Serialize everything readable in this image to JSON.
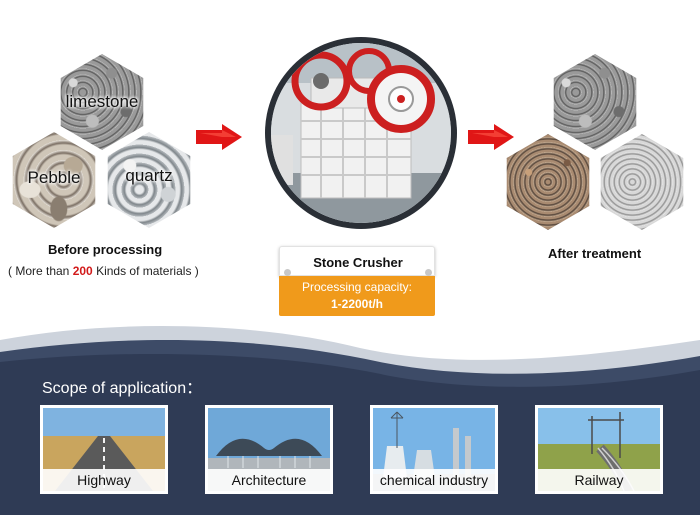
{
  "before": {
    "materials": [
      "limestone",
      "Pebble",
      "quartz"
    ],
    "title": "Before processing",
    "note_prefix": "( More than ",
    "note_highlight": "200",
    "note_suffix": " Kinds of materials )"
  },
  "machine": {
    "name": "Stone Crusher",
    "capacity_label": "Processing capacity:",
    "capacity_value": "1-2200t/h"
  },
  "after": {
    "title": "After treatment"
  },
  "scope": {
    "title": "Scope of application：",
    "items": [
      {
        "label": "Highway",
        "icon": "highway-image"
      },
      {
        "label": "Architecture",
        "icon": "architecture-image"
      },
      {
        "label": "chemical industry",
        "icon": "chemical-industry-image"
      },
      {
        "label": "Railway",
        "icon": "railway-image"
      }
    ]
  },
  "colors": {
    "arrow_red": "#e01616",
    "card_orange": "#f09a1b",
    "scope_navy": "#2f3b55",
    "highlight_red": "#d21a1a"
  }
}
